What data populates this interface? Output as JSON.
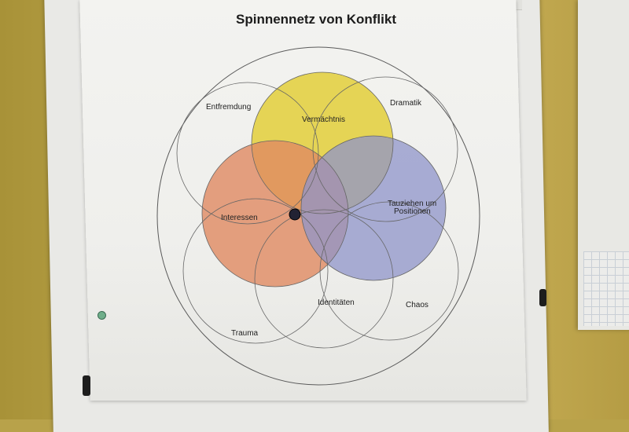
{
  "title": "Spinnennetz von Konflikt",
  "labels": {
    "entfremdung": "Entfremdung",
    "vermaechtnis": "Vermächtnis",
    "dramatik": "Dramatik",
    "interessen": "Interessen",
    "tauziehen_line1": "Tauziehen um",
    "tauziehen_line2": "Positionen",
    "identitaeten": "Identitäten",
    "chaos": "Chaos",
    "trauma": "Trauma"
  },
  "colors": {
    "yellow": "#e3cf3a",
    "orange": "#e08a62",
    "blue": "#8f94c9",
    "outline": "#555555",
    "center_dot": "#222233"
  }
}
